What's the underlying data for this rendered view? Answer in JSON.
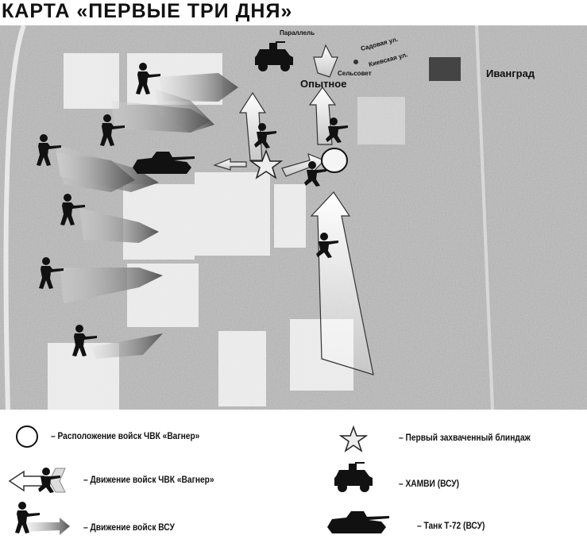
{
  "title": "КАРТА «ПЕРВЫЕ ТРИ ДНЯ»",
  "map": {
    "places": {
      "opytnoe": "Опытное",
      "ivangrad": "Иванград",
      "parallel": "Параллель",
      "sadovaya": "Садовая ул.",
      "kievskaya": "Киевская ул.",
      "selsovet": "Сельсовет"
    }
  },
  "legend": {
    "items": [
      {
        "icon": "circle-icon",
        "label": "– Расположение войск ЧВК «Вагнер»"
      },
      {
        "icon": "wagner-movement-icon",
        "label": "– Движение войск ЧВК «Вагнер»"
      },
      {
        "icon": "afu-movement-icon",
        "label": "– Движение войск ВСУ"
      },
      {
        "icon": "star-icon",
        "label": "– Первый захваченный блиндаж"
      },
      {
        "icon": "humvee-icon",
        "label": "– ХАМВИ (ВСУ)"
      },
      {
        "icon": "tank-icon",
        "label": "– Танк Т-72 (ВСУ)"
      }
    ]
  },
  "colors": {
    "ink": "#111111",
    "map_base": "#b8b8b8",
    "field": "#f2f2f2",
    "arrow_gray": "#777777"
  }
}
